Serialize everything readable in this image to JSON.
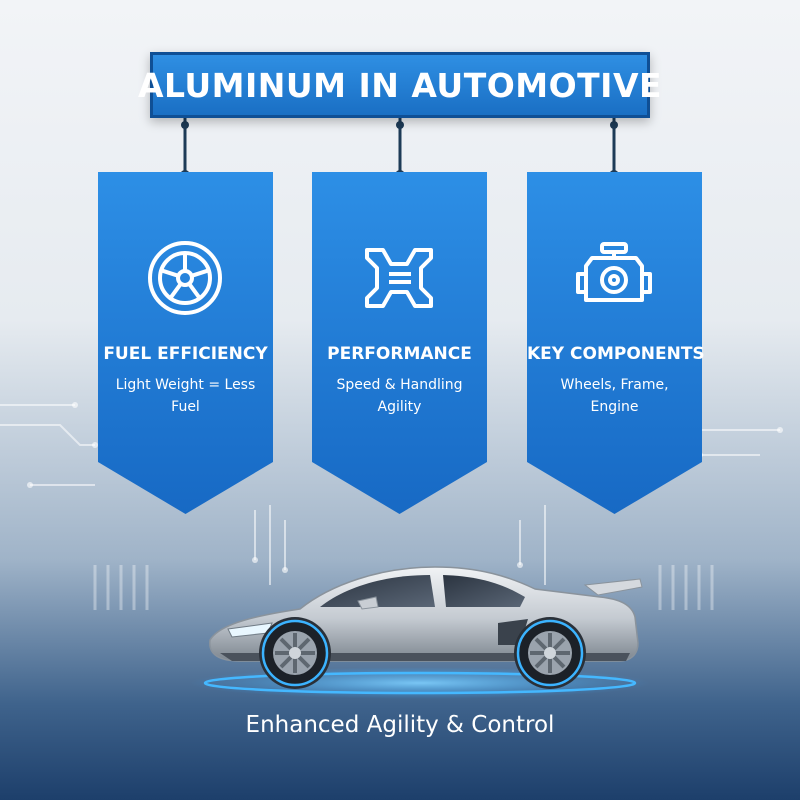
{
  "title": "ALUMINUM IN AUTOMOTIVE",
  "panels": [
    {
      "heading": "FUEL EFFICIENCY",
      "description": "Light Weight = Less Fuel",
      "icon": "wheel-icon"
    },
    {
      "heading": "PERFORMANCE",
      "description": "Speed & Handling Agility",
      "icon": "chassis-frame-icon"
    },
    {
      "heading": "KEY COMPONENTS",
      "description": "Wheels, Frame, Engine",
      "icon": "engine-icon"
    }
  ],
  "tagline": "Enhanced Agility & Control",
  "colors": {
    "banner_blue": "#1a6fc4",
    "banner_border": "#0f4f95",
    "connector": "#1d3b57",
    "text": "#ffffff",
    "car_body": "#c9ced4",
    "glow": "#2ea8ff"
  }
}
